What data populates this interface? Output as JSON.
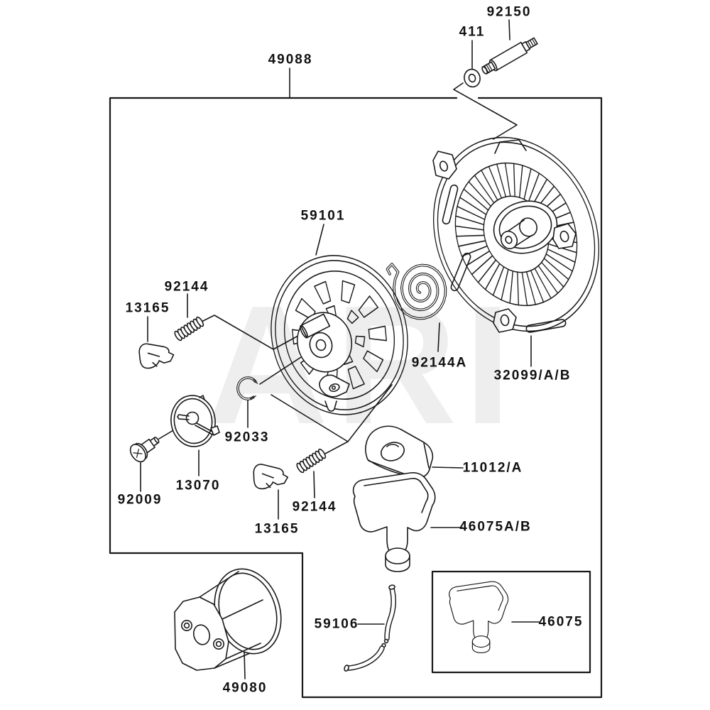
{
  "diagram": {
    "watermark": "ARI",
    "labels": {
      "p49088": "49088",
      "p92150": "92150",
      "p411": "411",
      "p59101": "59101",
      "p92144_top": "92144",
      "p13165_top": "13165",
      "p92144a": "92144A",
      "p32099": "32099/A/B",
      "p92033": "92033",
      "p13070": "13070",
      "p92009": "92009",
      "p92144_bottom": "92144",
      "p13165_bottom": "13165",
      "p11012": "11012/A",
      "p46075ab": "46075A/B",
      "p59106": "59106",
      "p46075": "46075",
      "p49080": "49080"
    }
  }
}
